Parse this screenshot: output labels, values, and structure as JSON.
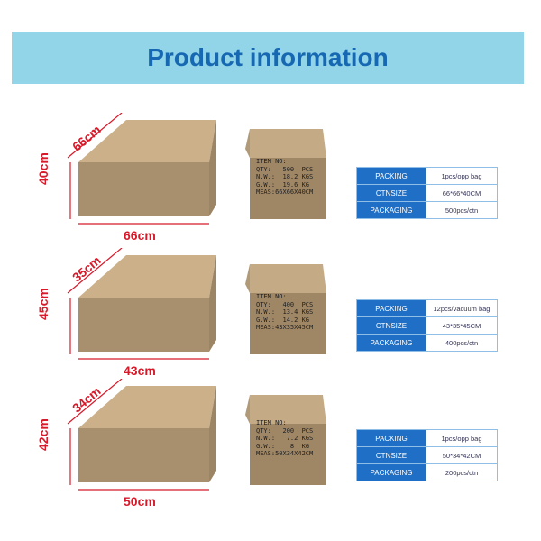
{
  "title": "Product information",
  "products": [
    {
      "depth": "66cm",
      "height": "40cm",
      "width": "66cm",
      "label": [
        "ITEM NO:",
        "QTY:   500  PCS",
        "N.W.:  18.2 KGS",
        "G.W.:  19.6 KG",
        "MEAS:66X66X40CM"
      ],
      "table": [
        {
          "k": "PACKING",
          "v": "1pcs/opp bag"
        },
        {
          "k": "CTNSIZE",
          "v": "66*66*40CM"
        },
        {
          "k": "PACKAGING",
          "v": "500pcs/ctn"
        }
      ]
    },
    {
      "depth": "35cm",
      "height": "45cm",
      "width": "43cm",
      "label": [
        "ITEM NO:",
        "QTY:   400  PCS",
        "N.W.:  13.4 KGS",
        "G.W.:  14.2 KG",
        "MEAS:43X35X45CM"
      ],
      "table": [
        {
          "k": "PACKING",
          "v": "12pcs/vacuum bag"
        },
        {
          "k": "CTNSIZE",
          "v": "43*35*45CM"
        },
        {
          "k": "PACKAGING",
          "v": "400pcs/ctn"
        }
      ]
    },
    {
      "depth": "34cm",
      "height": "42cm",
      "width": "50cm",
      "label": [
        "ITEM NO:",
        "QTY:   200  PCS",
        "N.W.:   7.2 KGS",
        "G.W.:    8  KG",
        "MEAS:50X34X42CM"
      ],
      "table": [
        {
          "k": "PACKING",
          "v": "1pcs/opp bag"
        },
        {
          "k": "CTNSIZE",
          "v": "50*34*42CM"
        },
        {
          "k": "PACKAGING",
          "v": "200pcs/ctn"
        }
      ]
    }
  ]
}
